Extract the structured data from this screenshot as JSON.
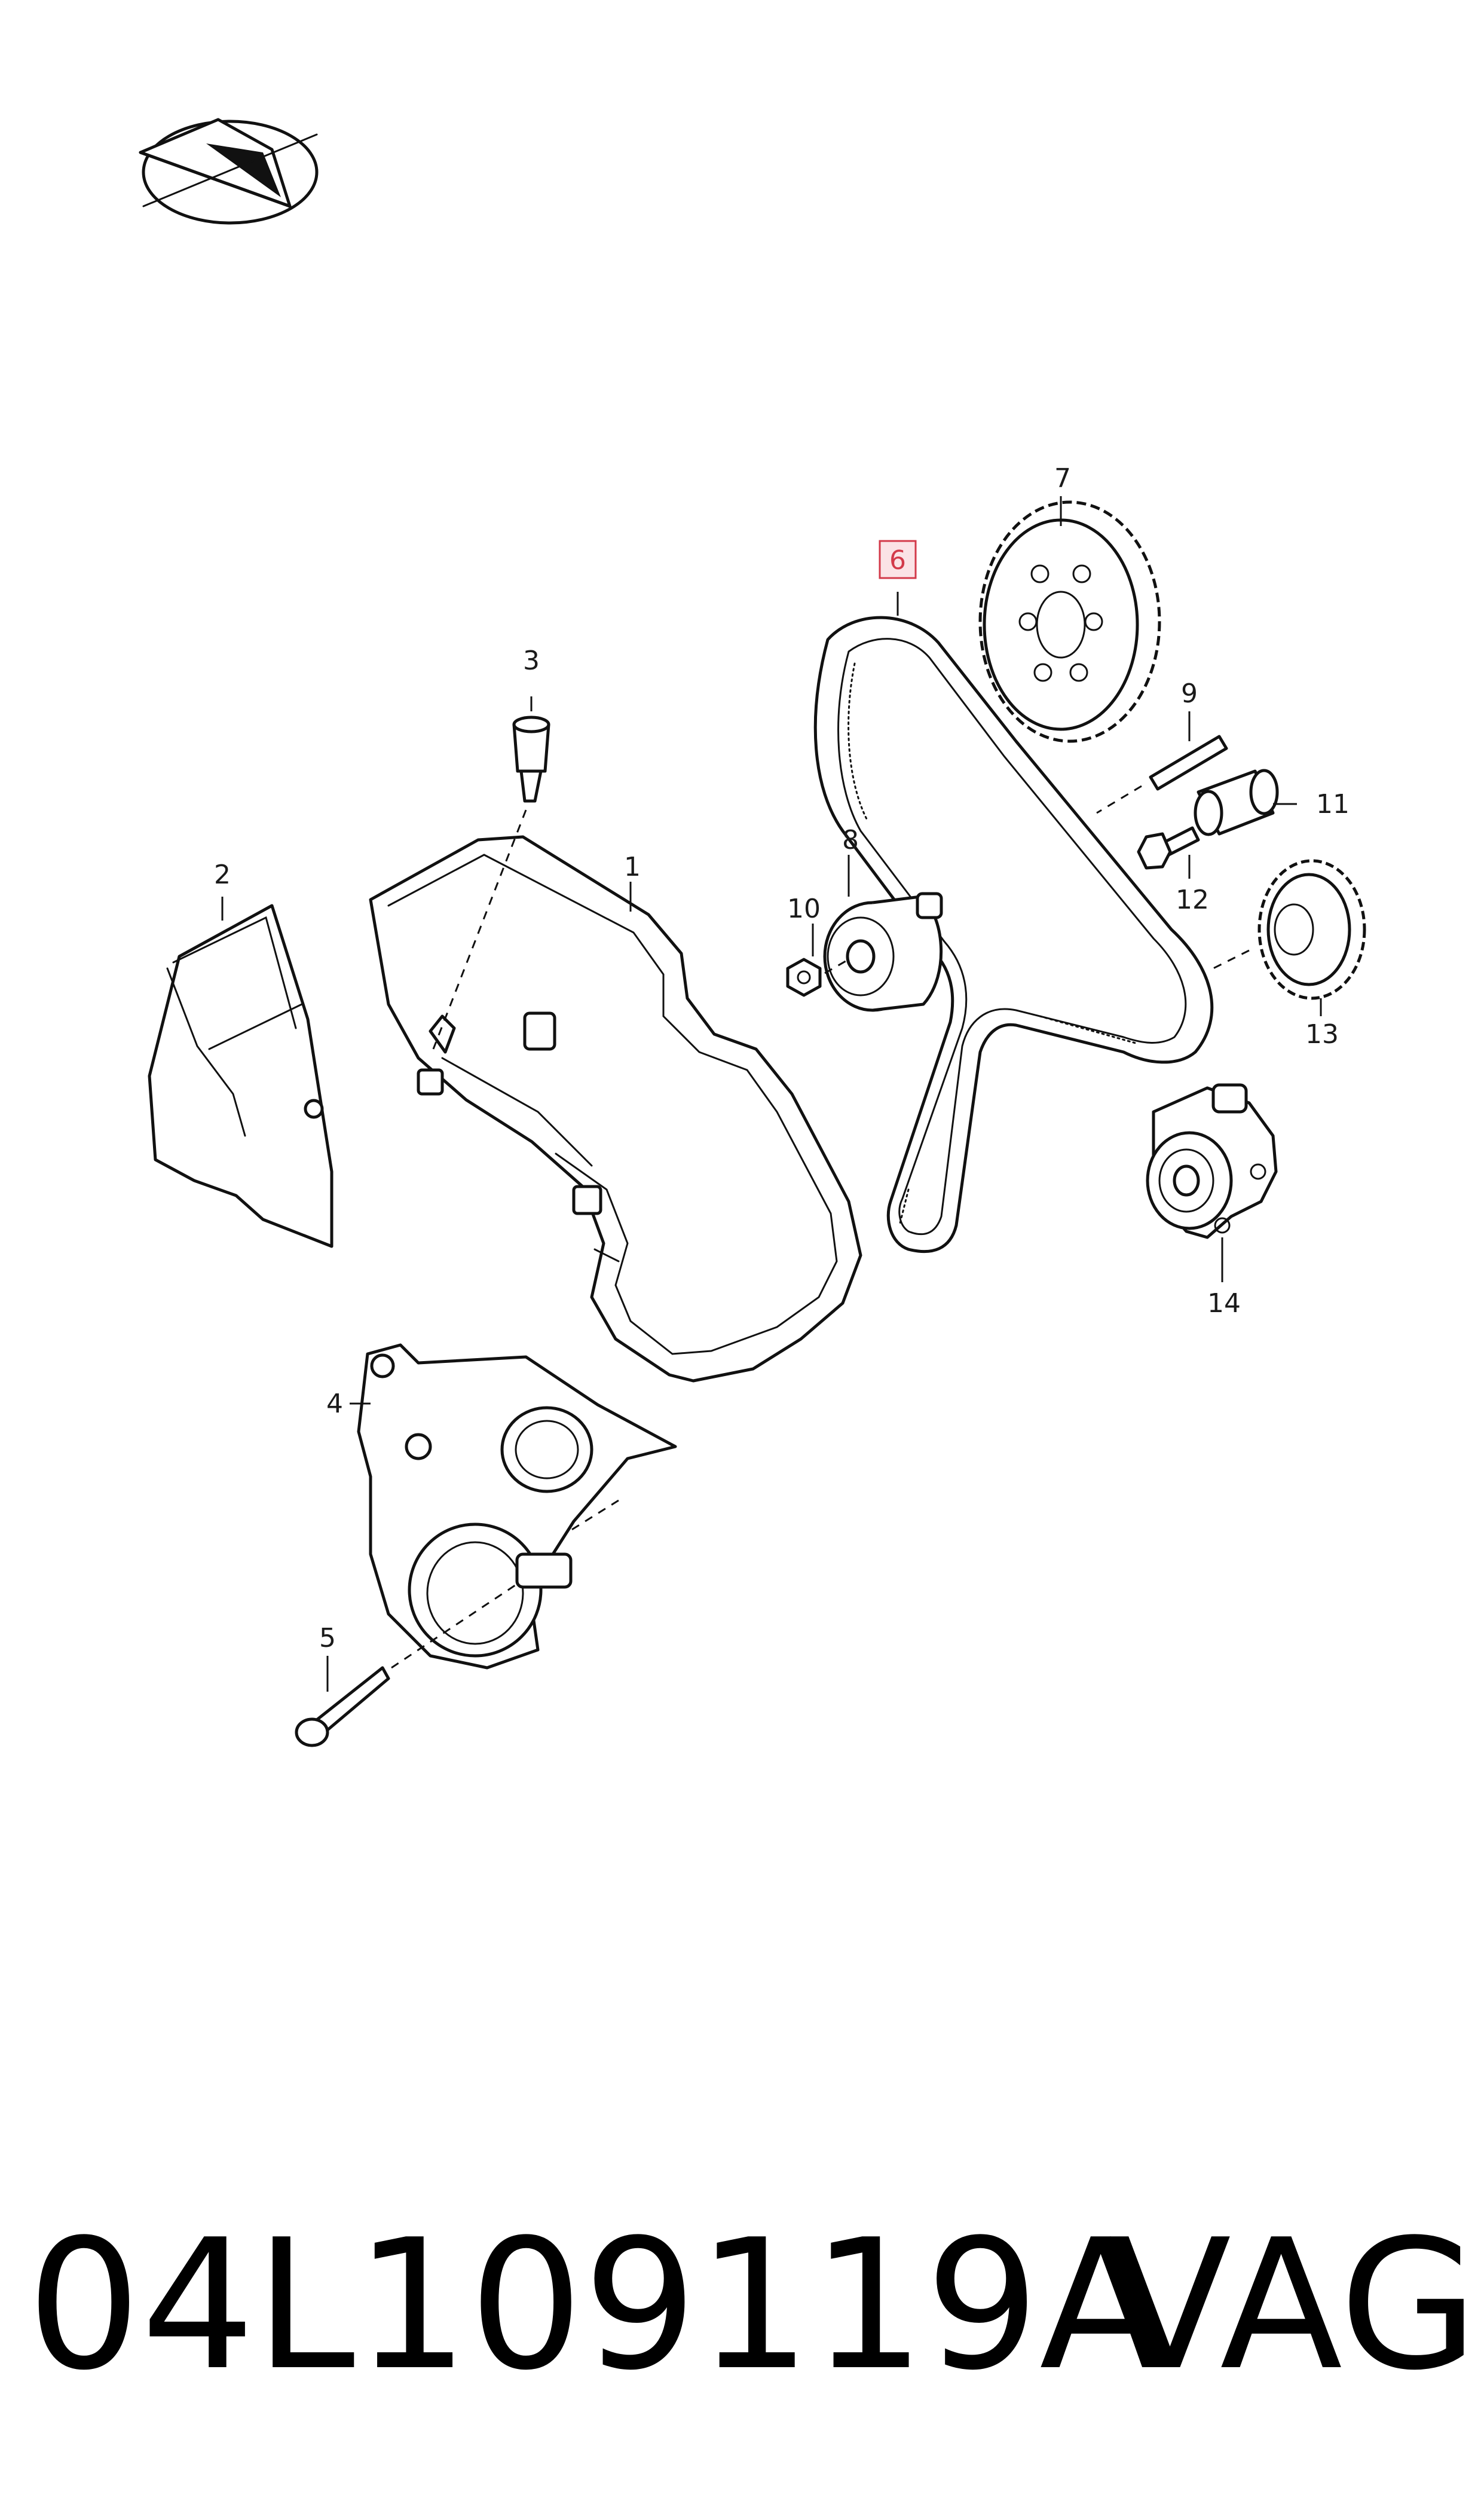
{
  "callouts": [
    {
      "id": "1",
      "label": "1"
    },
    {
      "id": "2",
      "label": "2"
    },
    {
      "id": "3",
      "label": "3"
    },
    {
      "id": "4",
      "label": "4"
    },
    {
      "id": "5",
      "label": "5"
    },
    {
      "id": "6",
      "label": "6",
      "highlighted": true
    },
    {
      "id": "7",
      "label": "7"
    },
    {
      "id": "8",
      "label": "8"
    },
    {
      "id": "9",
      "label": "9"
    },
    {
      "id": "10",
      "label": "10"
    },
    {
      "id": "11",
      "label": "11"
    },
    {
      "id": "12",
      "label": "12"
    },
    {
      "id": "13",
      "label": "13"
    },
    {
      "id": "14",
      "label": "14"
    }
  ],
  "footer": {
    "part_number": "04L109119A",
    "brand": "VAG"
  },
  "colors": {
    "highlight": "#d33a4a",
    "highlight_fill": "#fbe3e6",
    "line": "#111111"
  },
  "icons": [
    "compass-logo-icon"
  ]
}
